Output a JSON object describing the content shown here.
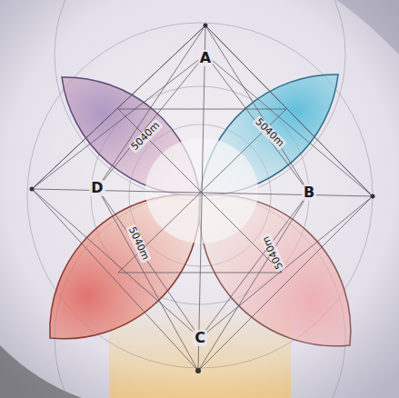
{
  "diagram": {
    "labels": [
      "A",
      "5040m",
      "5040m",
      "D",
      "B",
      "5040m",
      "5040m",
      "C"
    ]
  }
}
